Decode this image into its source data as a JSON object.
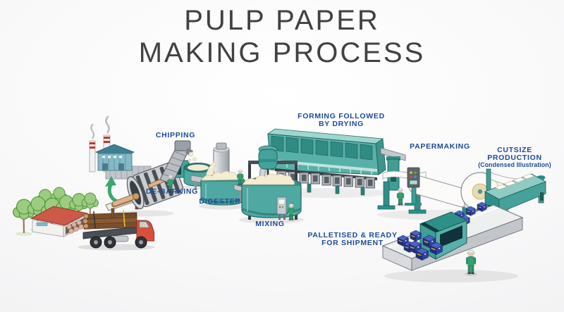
{
  "title": {
    "line1": "PULP PAPER",
    "line2": "MAKING PROCESS"
  },
  "labels": {
    "chipping": "CHIPPING",
    "debarking": "DE-BARKING",
    "digester": "DIGESTER",
    "mixing": "MIXING",
    "forming1": "FORMING FOLLOWED",
    "forming2": "BY DRYING",
    "papermaking": "PAPERMAKING",
    "cutsize1": "CUTSIZE",
    "cutsize2": "PRODUCTION",
    "cutsize3": "(Condensed Illustration)",
    "palletised1": "PALLETISED & READY",
    "palletised2": "FOR SHIPMENT"
  },
  "colors": {
    "label_blue": "#1d4a99",
    "title_gray": "#414144",
    "machine_teal": "#4fa8a2",
    "machine_teal_dark": "#2d7a75",
    "building_teal": "#58b1a9",
    "pulp_cream": "#f5ecd2",
    "machine_gray": "#b9bdc2",
    "worker_green": "#35a076",
    "truck_red": "#d8503c",
    "tree_green": "#9ccc80",
    "log_brown": "#8a5a35",
    "ream_navy": "#26337f",
    "paper_white": "#fcfbf8",
    "roll_core_tan": "#e9dab0",
    "arrow_green": "#3aa86f"
  }
}
